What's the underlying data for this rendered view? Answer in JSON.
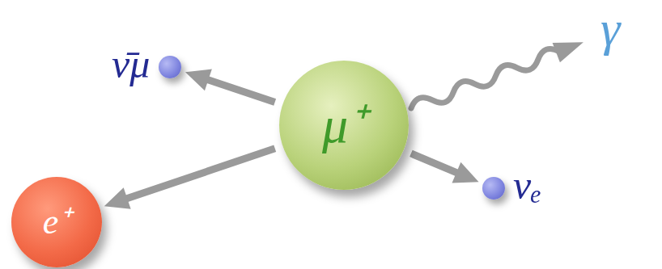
{
  "diagram": {
    "nodes": [
      {
        "text": [
          "μ⁺"
        ]
      },
      {
        "text": [
          "ν̄μ"
        ]
      },
      {
        "text": [
          "e⁺"
        ]
      },
      {
        "text": [
          "νₑ"
        ]
      }
    ],
    "edges": [
      {
        "from": 0,
        "to": 1,
        "arrow": "to"
      },
      {
        "from": 0,
        "to": 2,
        "arrow": "to"
      },
      {
        "from": 0,
        "to": 3,
        "arrow": "to"
      }
    ],
    "labels": [
      "γ"
    ]
  }
}
